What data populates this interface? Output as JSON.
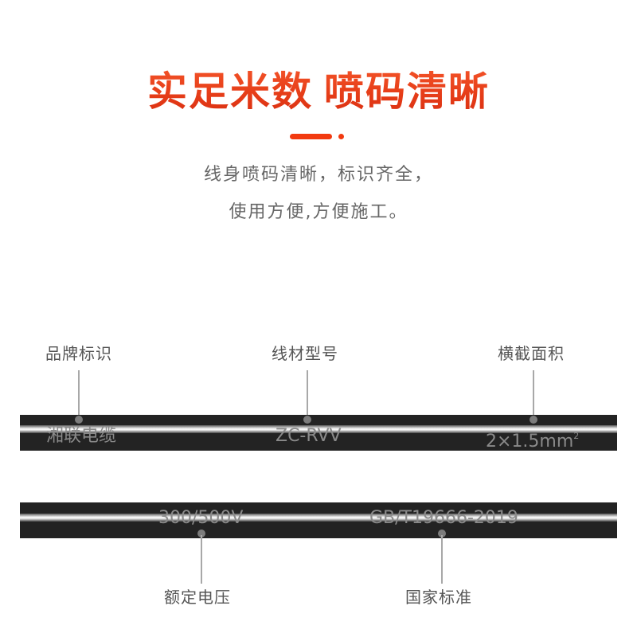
{
  "header": {
    "title_part1": "实足米数",
    "title_part2": "喷码清晰",
    "accent_color": "#f23a10"
  },
  "description": {
    "line1": "线身喷码清晰，标识齐全，",
    "line2": "使用方便,方便施工。"
  },
  "cable_top": {
    "color": "#232323",
    "markings": [
      {
        "label": "品牌标识",
        "printed_text": "湘联电缆"
      },
      {
        "label": "线材型号",
        "printed_text": "ZC-RVV"
      },
      {
        "label": "横截面积",
        "printed_text": "2×1.5mm",
        "superscript": "2"
      }
    ]
  },
  "cable_bottom": {
    "color": "#232323",
    "markings": [
      {
        "label": "额定电压",
        "printed_text": "300/500V"
      },
      {
        "label": "国家标准",
        "printed_text": "GB/T19666-2019"
      }
    ]
  }
}
